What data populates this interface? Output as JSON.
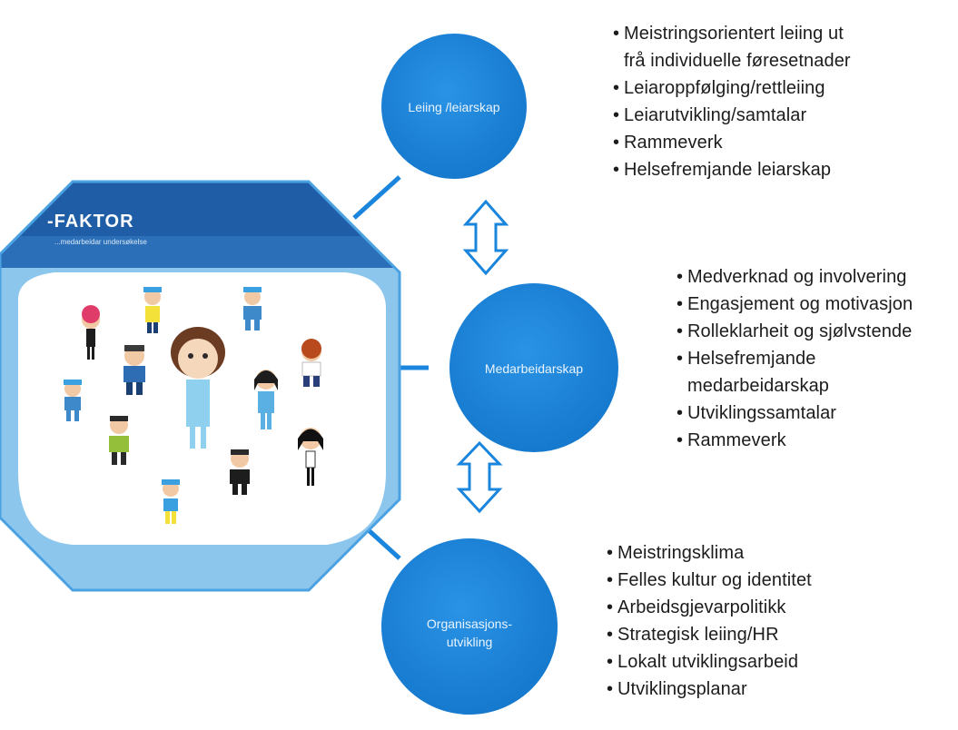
{
  "colors": {
    "circle": "#1a85dc",
    "arrow": "#1a85dc",
    "panel_dark": "#1f5ea6",
    "panel_light": "#8cc6ec"
  },
  "brand": {
    "title": "-FAKTOR",
    "subtitle": "...medarbeidar undersøkelse"
  },
  "circles": {
    "top": "Leiing /leiarskap",
    "middle": "Medarbeidarskap",
    "bottom": "Organisasjons-\nutvikling"
  },
  "lists": {
    "top": [
      "Meistringsorientert leiing ut\nfrå individuelle føresetnader",
      "Leiaroppfølging/rettleiing",
      "Leiarutvikling/samtalar",
      "Rammeverk",
      "Helsefremjande leiarskap"
    ],
    "middle": [
      "Medverknad og involvering",
      "Engasjement og motivasjon",
      "Rolleklarheit og sjølvstende",
      "Helsefremjande\nmedarbeidarskap",
      "Utviklingssamtalar",
      "Rammeverk"
    ],
    "bottom": [
      "Meistringsklima",
      "Felles kultur og identitet",
      "Arbeidsgjevarpolitikk",
      "Strategisk leiing/HR",
      "Lokalt utviklingsarbeid",
      "Utviklingsplanar"
    ]
  },
  "bullet_char": "•"
}
